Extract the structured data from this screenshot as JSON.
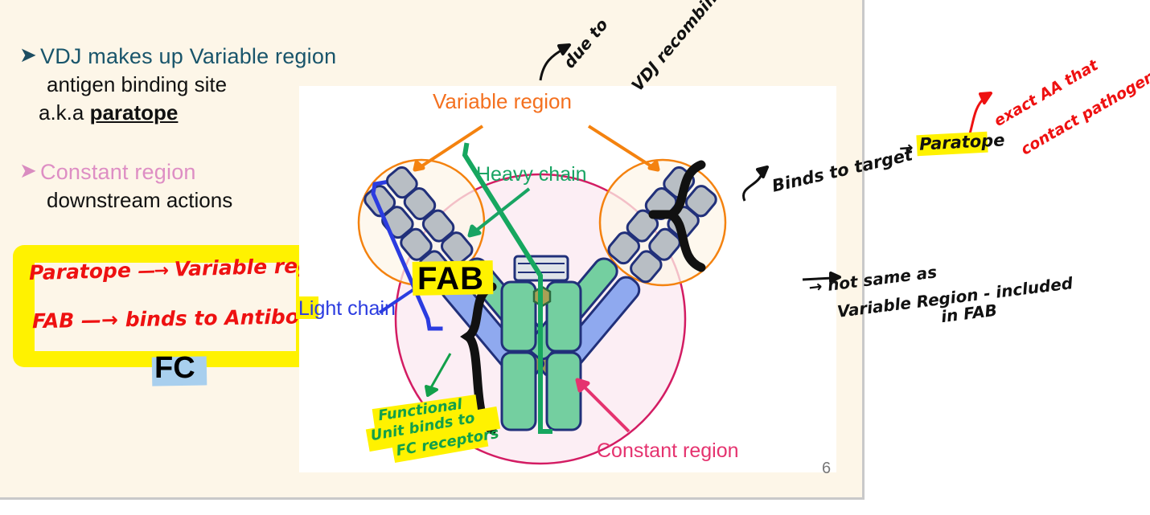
{
  "slide": {
    "page_number": "6",
    "bullets": [
      {
        "marker": "➤",
        "line1": "VDJ makes up Variable region",
        "line2": "antigen binding site",
        "line3_prefix": "a.k.a ",
        "line3_bold": "paratope"
      },
      {
        "marker": "➤",
        "line1": "Constant region",
        "line2": "downstream actions"
      }
    ],
    "note_box": {
      "line1_left": "Paratope",
      "line1_arrow": "—→",
      "line1_right": "Variable region",
      "line2_left": "FAB",
      "line2_arrow": "—→",
      "line2_right": "binds to Antibody."
    },
    "figure": {
      "labels": {
        "variable_region": "Variable region",
        "heavy_chain": "Heavy chain",
        "light_chain": "Light chain",
        "constant_region": "Constant region",
        "fab": "FAB",
        "fc": "FC"
      },
      "colors": {
        "variable_region": "#f4701f",
        "heavy_chain": "#19a463",
        "light_chain": "#2b3ce0",
        "constant_region": "#e5336f",
        "highlight_yellow": "#fff200",
        "highlight_blue": "#a8cfee",
        "domain_green": "#74cfa0",
        "domain_blue": "#8fa9ef",
        "domain_gray": "#b8bec4",
        "outline_navy": "#21307a"
      }
    },
    "annotations": {
      "vdj_line1": "due to",
      "vdj_line2": "VDJ recombination",
      "binds_to_target": "Binds to target",
      "arrow_to_paratope": "→",
      "paratope": "Paratope",
      "exact_aa_line1": "exact AA that",
      "exact_aa_line2": "contact pathogen.",
      "not_same_line1": "→ not same as",
      "not_same_line2": "Variable Region - included",
      "not_same_line3": "in FAB",
      "functional_line1": "Functional",
      "functional_line2": "Unit binds to",
      "functional_line3": "FC receptors"
    }
  }
}
